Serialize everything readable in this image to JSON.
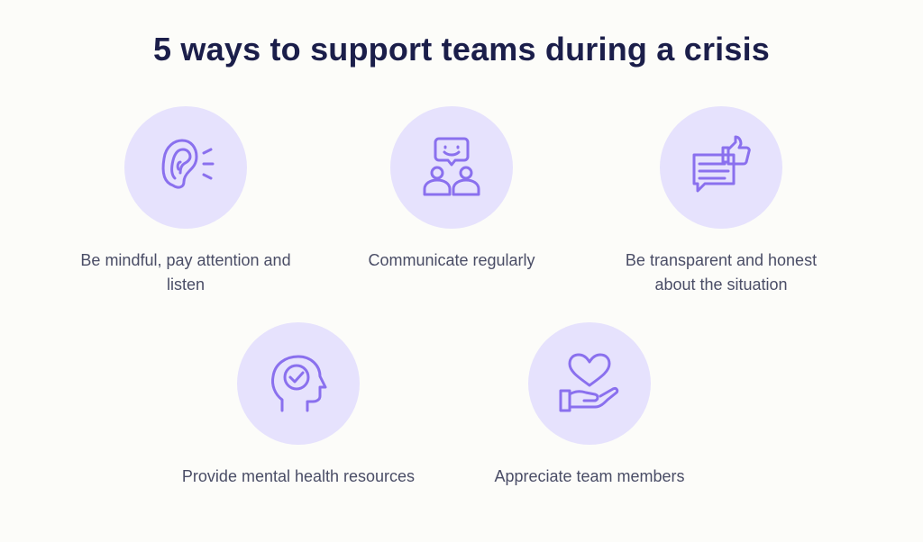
{
  "title": "5 ways to support teams during a crisis",
  "colors": {
    "background": "#fcfcf9",
    "title": "#1b1e4a",
    "circle": "#e6e2fd",
    "icon": "#8a70ee",
    "label": "#4a4d66"
  },
  "items": [
    {
      "icon": "ear-icon",
      "label": "Be mindful, pay attention and listen"
    },
    {
      "icon": "communication-icon",
      "label": "Communicate regularly"
    },
    {
      "icon": "feedback-thumbs-up-icon",
      "label": "Be transparent and honest about the situation"
    },
    {
      "icon": "mental-health-head-icon",
      "label": "Provide mental health resources"
    },
    {
      "icon": "heart-hand-icon",
      "label": "Appreciate team members"
    }
  ]
}
